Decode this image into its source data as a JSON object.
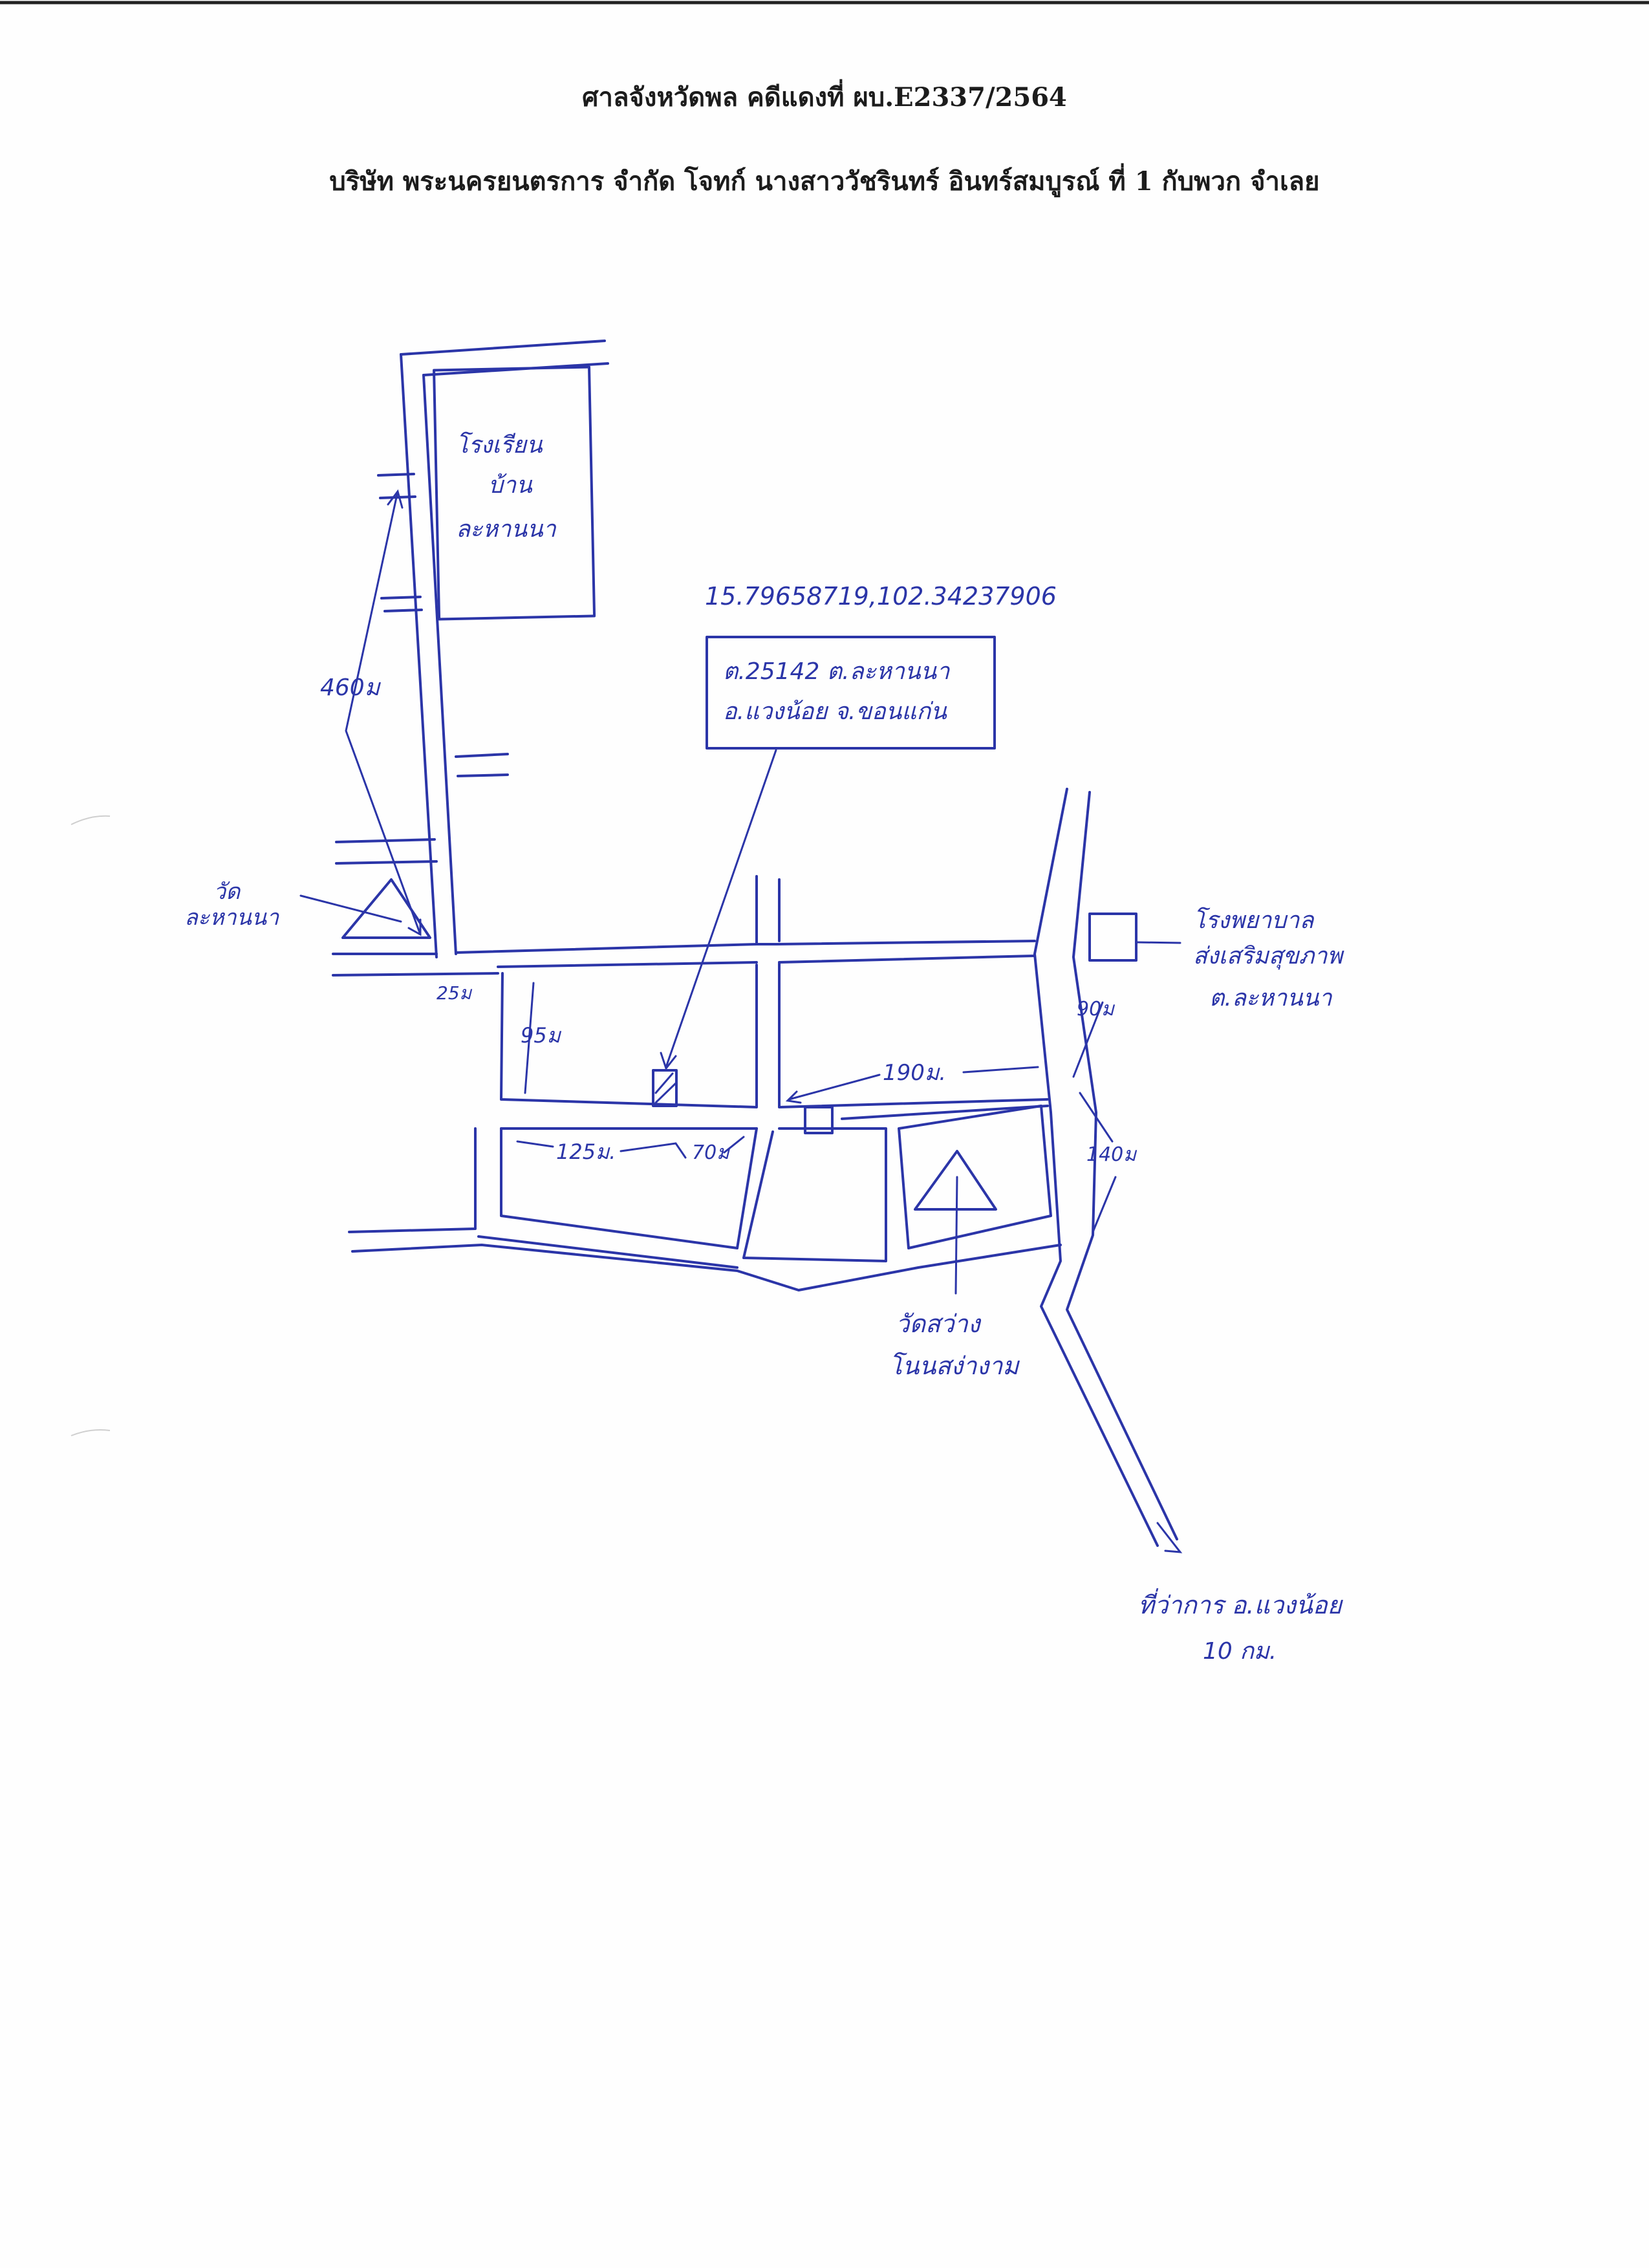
{
  "header": {
    "court_line": "ศาลจังหวัดพล คดีแดงที่ ผบ.E2337/2564",
    "parties_line": "บริษัท พระนครยนตรการ จำกัด โจทก์ นางสาววัชรินทร์ อินทร์สมบูรณ์ ที่ 1 กับพวก จำเลย"
  },
  "map": {
    "ink_color": "#2b35a8",
    "school_nw_lines": [
      "โรงเรียน",
      "บ้าน",
      "ละหานนา"
    ],
    "distance_460": "460ม",
    "temple_lahanna_lines": [
      "วัด",
      "ละหานนา"
    ],
    "distance_25": "25ม",
    "distance_95": "95ม",
    "coordinates": "15.79658719,102.34237906",
    "address_lines": [
      "ต.25142 ต.ละหานนา",
      "อ.แวงน้อย จ.ขอนแก่น"
    ],
    "school_east_lines": [
      "โรงพยาบาล",
      "ส่งเสริมสุขภาพ",
      "ต.ละหานนา"
    ],
    "distance_90": "90ม",
    "distance_190": "190ม.",
    "distance_125": "125ม.",
    "distance_70": "70ม",
    "distance_140": "140ม",
    "temple_sawang_lines": [
      "วัดสว่าง",
      "โนนสง่างาม"
    ],
    "destination_lines": [
      "ที่ว่าการ อ.แวงน้อย",
      "10 กม."
    ]
  }
}
